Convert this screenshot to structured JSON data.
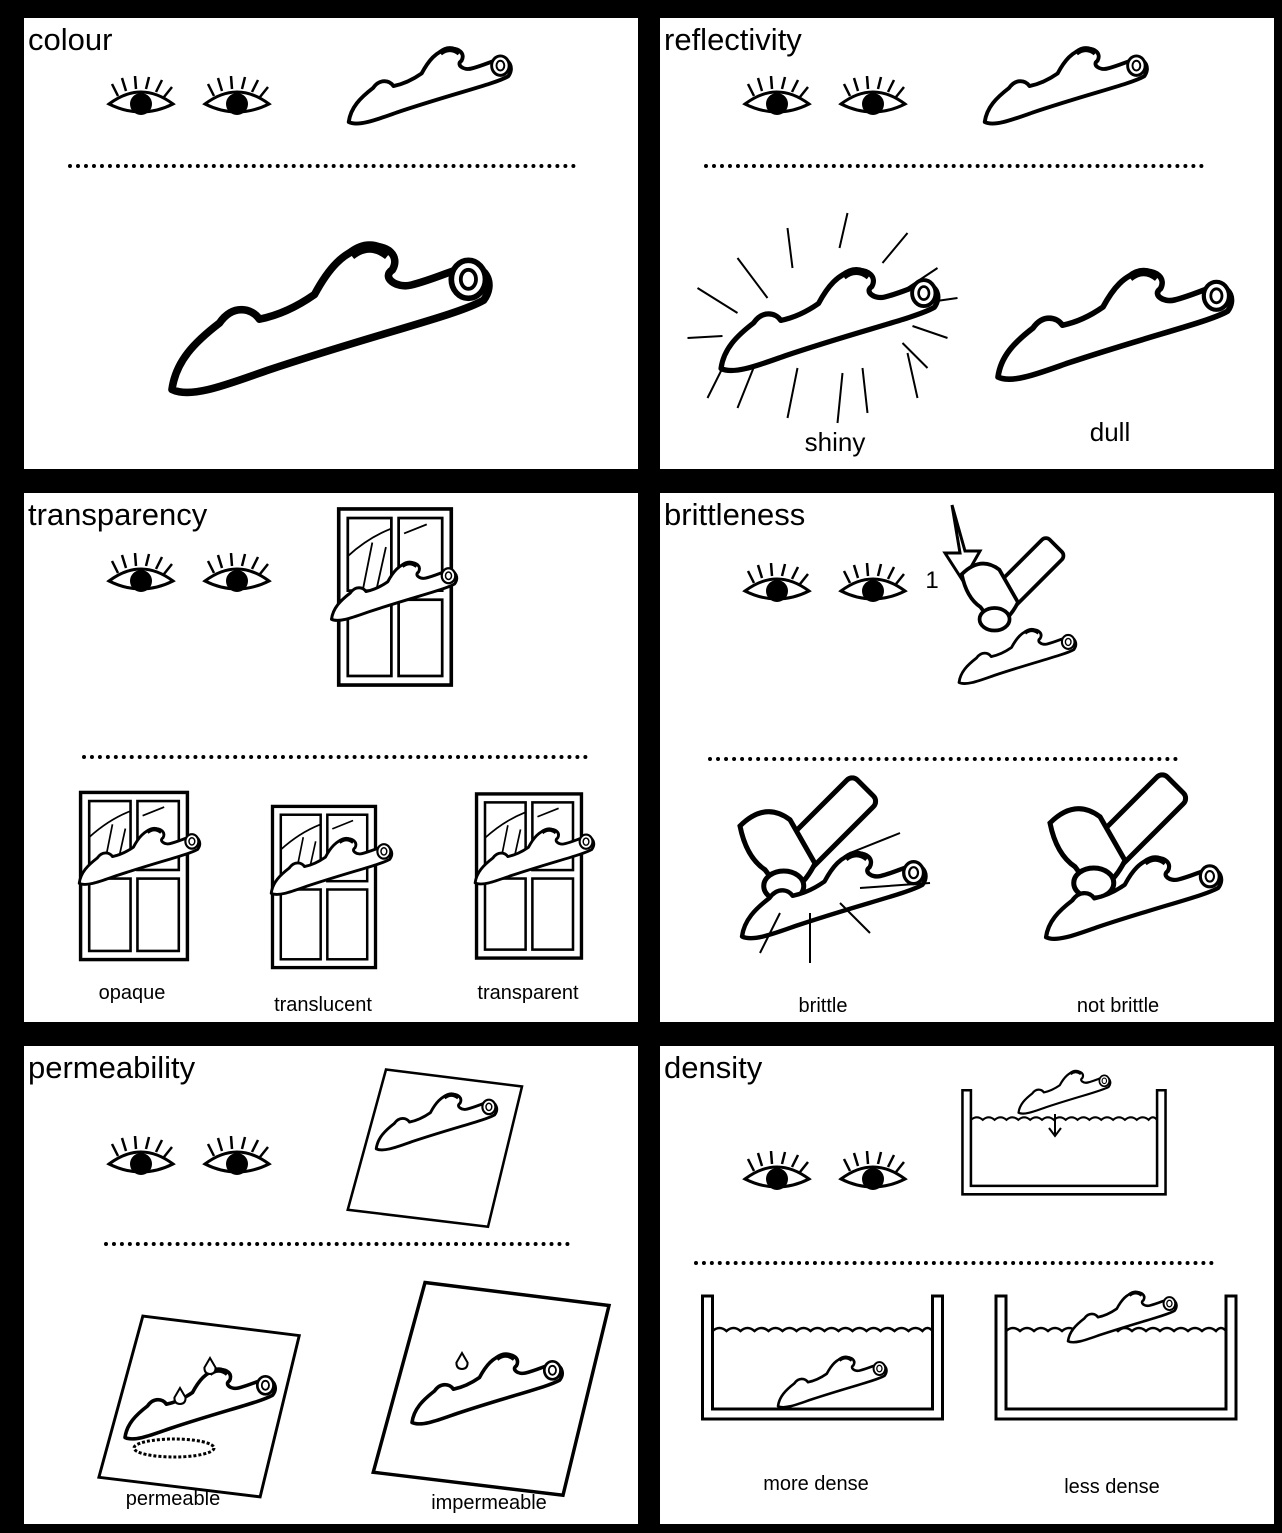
{
  "panels": {
    "colour": {
      "title": "colour"
    },
    "reflectivity": {
      "title": "reflectivity",
      "labels": [
        "shiny",
        "dull"
      ]
    },
    "transparency": {
      "title": "transparency",
      "labels": [
        "opaque",
        "translucent",
        "transparent"
      ]
    },
    "brittleness": {
      "title": "brittleness",
      "mark": "1",
      "labels": [
        "brittle",
        "not brittle"
      ]
    },
    "permeability": {
      "title": "permeability",
      "labels": [
        "permeable",
        "impermeable"
      ]
    },
    "density": {
      "title": "density",
      "labels": [
        "more dense",
        "less dense"
      ]
    }
  },
  "colors": {
    "ink": "#000000",
    "paper": "#ffffff",
    "frame": "#000000"
  },
  "icons": [
    "eye-icon",
    "log-icon",
    "window-icon",
    "hammer-icon",
    "paper-sheet-icon",
    "water-tank-icon",
    "water-drop-icon",
    "arrow-down-icon"
  ]
}
